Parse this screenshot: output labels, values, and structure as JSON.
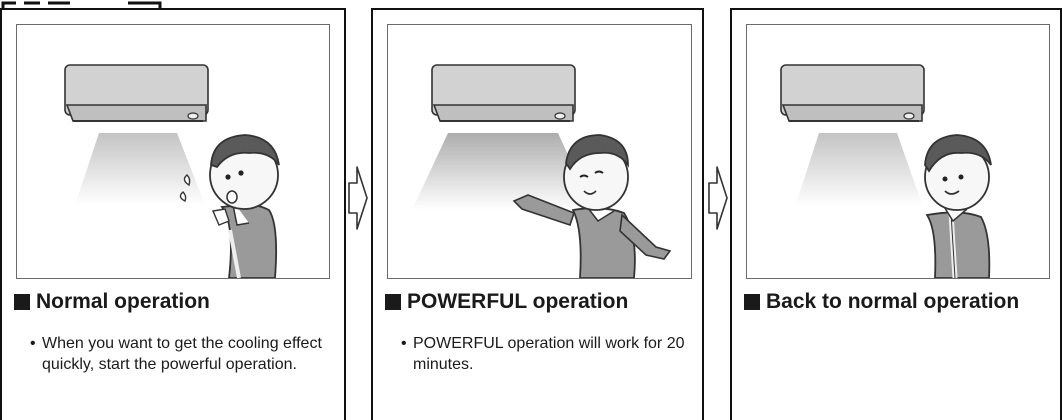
{
  "panels": [
    {
      "heading": "Normal operation",
      "bullet": "When you want to get the cooling effect quickly, start the powerful operation."
    },
    {
      "heading": "POWERFUL operation",
      "bullet": "POWERFUL operation will work for 20 minutes."
    },
    {
      "heading": "Back to normal operation"
    }
  ],
  "icons": [
    "air-conditioner-icon",
    "person-sweating-icon",
    "person-refreshed-icon",
    "person-smiling-icon",
    "right-arrow-icon"
  ],
  "colors": {
    "border": "#111111",
    "illustration_border": "#6b6b6b",
    "text": "#1a1a1a",
    "unit_gray": "#c8c8c8"
  }
}
